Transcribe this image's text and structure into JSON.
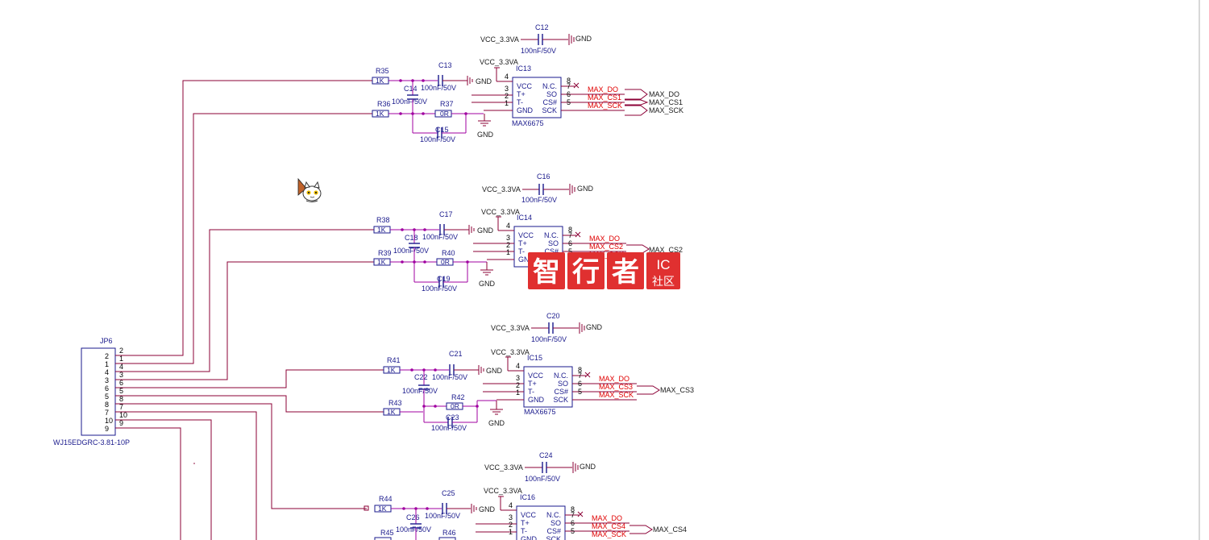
{
  "connector": {
    "ref": "JP6",
    "part": "WJ15EDGRC-3.81-10P",
    "inner_pins": [
      "2",
      "1",
      "4",
      "3",
      "6",
      "5",
      "8",
      "7",
      "10",
      "9"
    ],
    "outer_pins": [
      "2",
      "1",
      "4",
      "3",
      "6",
      "5",
      "8",
      "7",
      "10",
      "9"
    ]
  },
  "nets": {
    "vcc": "VCC_3.3VA",
    "gnd": "GND",
    "max_do": "MAX_DO",
    "max_sck": "MAX_SCK",
    "cs1": "MAX_CS1",
    "cs2": "MAX_CS2",
    "cs3": "MAX_CS3",
    "cs4": "MAX_CS4"
  },
  "cap_value": "100nF/50V",
  "ic_part": "MAX6675",
  "ic_pins": {
    "left": [
      "VCC",
      "T+",
      "T-",
      "GND"
    ],
    "right": [
      "N.C.",
      "SO",
      "CS#",
      "SCK"
    ],
    "left_nums": [
      "4",
      "3",
      "2",
      "1"
    ],
    "right_nums": [
      "8",
      "7",
      "6",
      "5"
    ]
  },
  "channels": [
    {
      "ic": "IC13",
      "c_dec": "C12",
      "c_top": "C13",
      "c_mid": "C14",
      "c_bot": "C15",
      "r_top": "R35",
      "r_bot": "R36",
      "r_mid": "R37",
      "r_top_val": "1K",
      "r_bot_val": "1K",
      "r_mid_val": "0R",
      "cs": "MAX_CS1"
    },
    {
      "ic": "IC14",
      "c_dec": "C16",
      "c_top": "C17",
      "c_mid": "C18",
      "c_bot": "C19",
      "r_top": "R38",
      "r_bot": "R39",
      "r_mid": "R40",
      "r_top_val": "1K",
      "r_bot_val": "1K",
      "r_mid_val": "0R",
      "cs": "MAX_CS2"
    },
    {
      "ic": "IC15",
      "c_dec": "C20",
      "c_top": "C21",
      "c_mid": "C22",
      "c_bot": "C23",
      "r_top": "R41",
      "r_bot": "R43",
      "r_mid": "R42",
      "r_top_val": "1K",
      "r_bot_val": "1K",
      "r_mid_val": "0R",
      "cs": "MAX_CS3"
    },
    {
      "ic": "IC16",
      "c_dec": "C24",
      "c_top": "C25",
      "c_mid": "C26",
      "c_bot": "",
      "r_top": "R44",
      "r_bot": "R45",
      "r_mid": "R46",
      "r_top_val": "1K",
      "r_bot_val": "",
      "r_mid_val": "",
      "cs": "MAX_CS4"
    }
  ],
  "watermark": {
    "text": "智行者",
    "badge_top": "IC",
    "badge_bottom": "社区"
  },
  "colors": {
    "wire": "#8b0036",
    "net_red": "#e00000",
    "component": "#1a1a8c",
    "watermark": "#e03030"
  }
}
